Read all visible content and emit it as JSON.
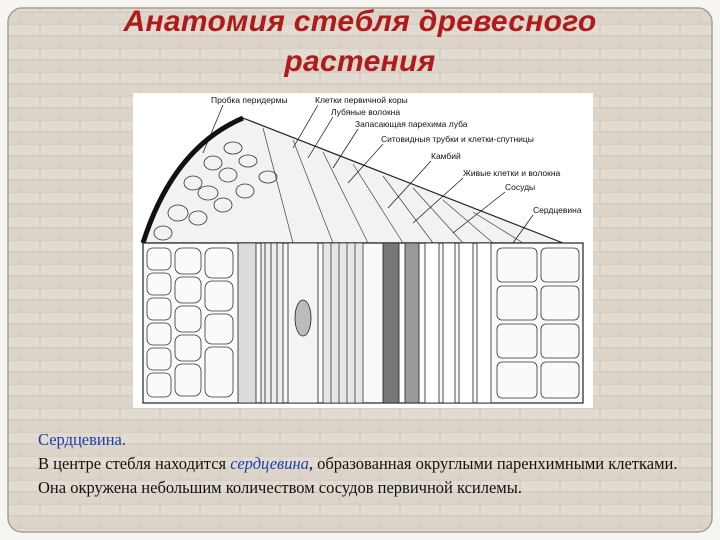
{
  "slide": {
    "title_line1": "Анатомия стебля древесного",
    "title_line2": "растения"
  },
  "diagram": {
    "labels": {
      "cork": "Пробка перидермы",
      "primary_cortex": "Клетки первичной коры",
      "bast_fibers": "Лубяные волокна",
      "storage_parenchyma": "Запасающая парехима луба",
      "sieve_tubes": "Ситовидныя трубки и клетки-спутницы",
      "cambium": "Камбий",
      "living_cells": "Живые клетки и волокна",
      "vessels": "Сосуды",
      "pith": "Сердцевина"
    }
  },
  "caption": {
    "heading": "Сердцевина.",
    "text_before": "В центре стебля находится ",
    "highlight": "сердцевина",
    "text_after": ", образованная округлыми паренхимными клетками. Она окружена небольшим количеством сосудов первичной ксилемы."
  },
  "colors": {
    "title": "#b01a1a",
    "highlight": "#1d3fa8",
    "paper": "#d7cfc4",
    "brick": "#efebe4"
  }
}
